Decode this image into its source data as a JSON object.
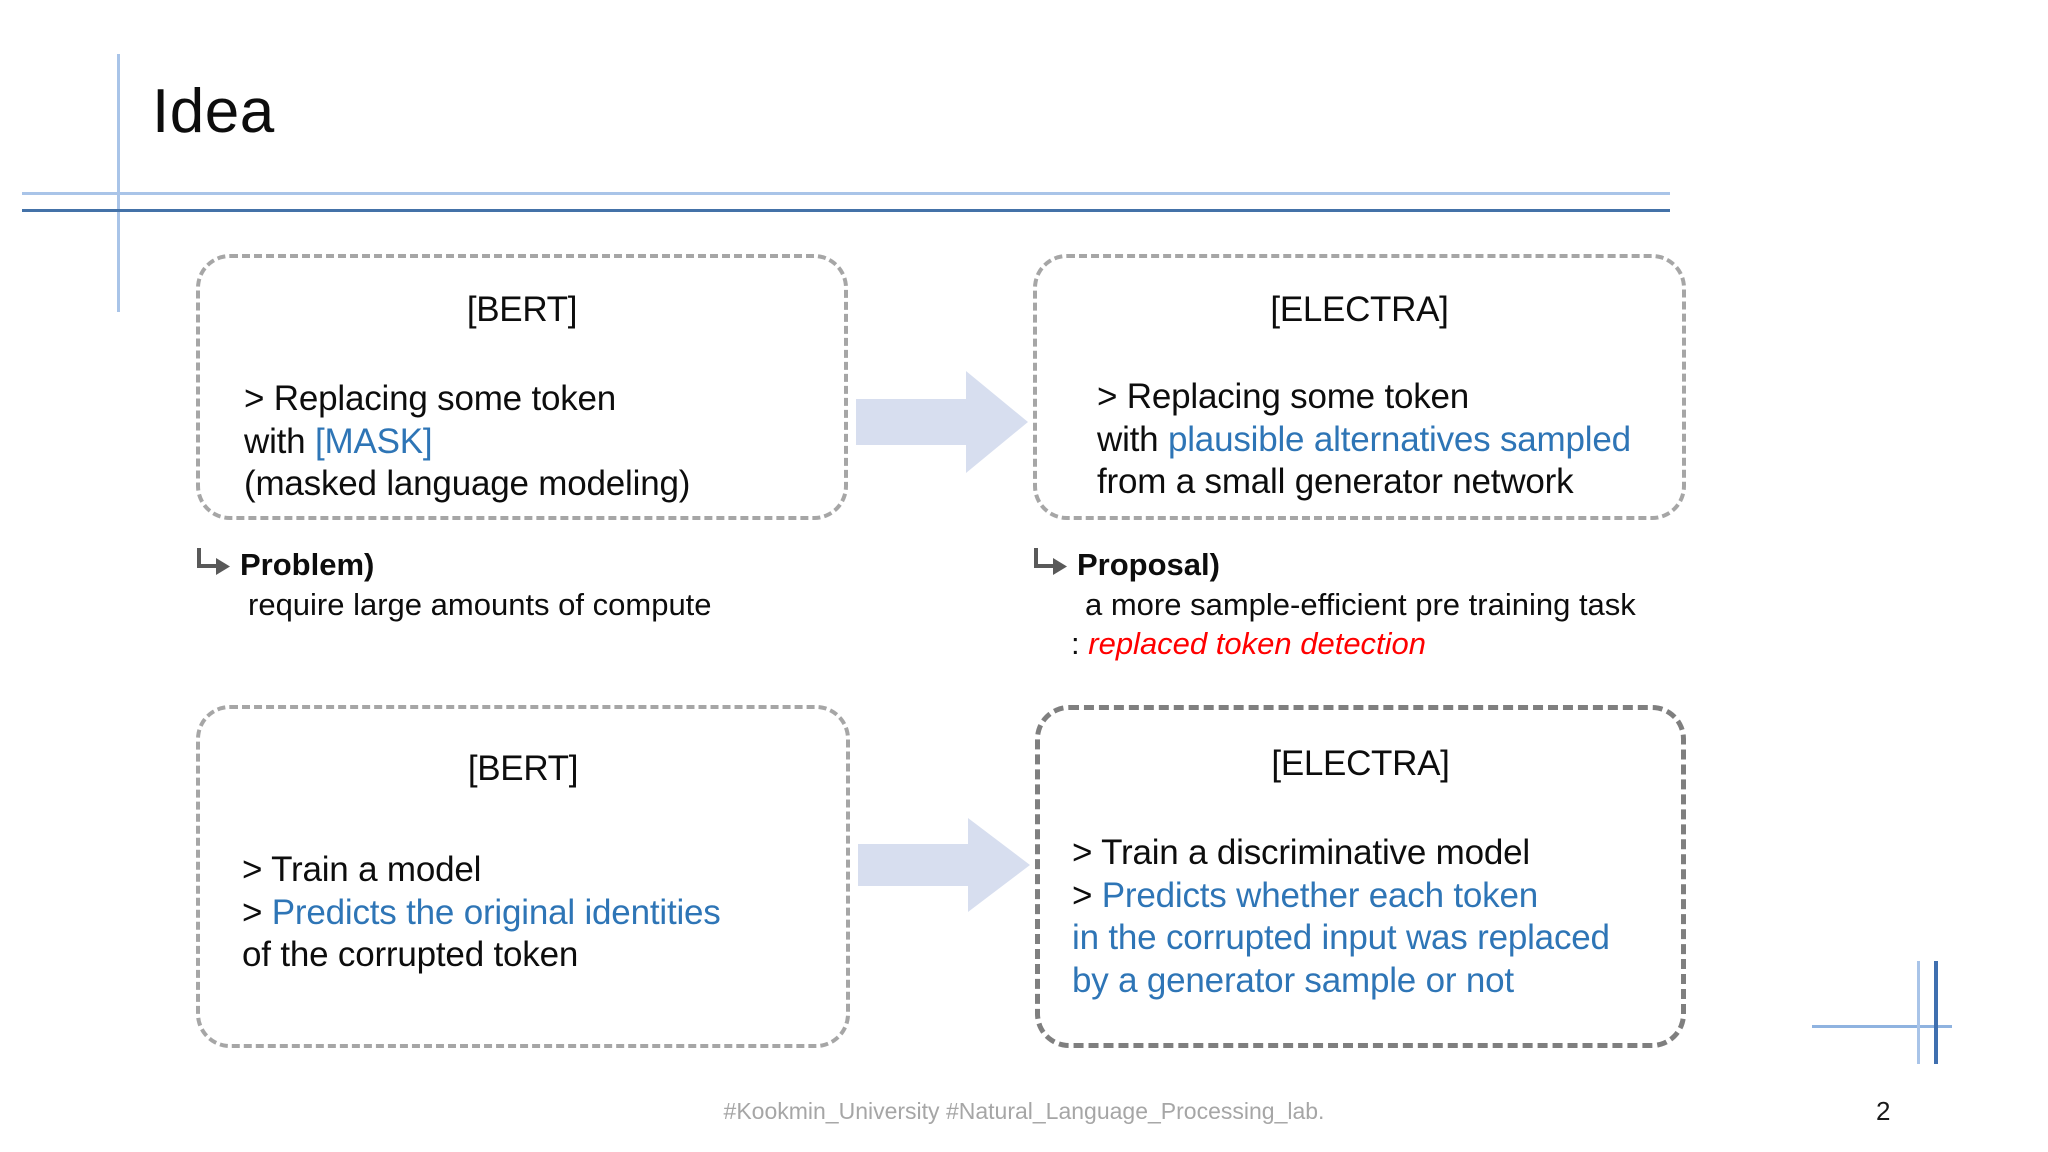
{
  "slide": {
    "title": "Idea",
    "page_number": "2",
    "footer": "#Kookmin_University #Natural_Language_Processing_lab."
  },
  "colors": {
    "accent_blue": "#2E75B6",
    "rule_light": "#A9C4E8",
    "rule_dark": "#4472A8",
    "box_border": "#A6A6A6",
    "box_border_strong": "#7F7F7F",
    "arrow_fill": "#D7DEEF",
    "highlight_red": "#FF0000",
    "footer_gray": "#A6A6A6"
  },
  "row1": {
    "left_box": {
      "title": "[BERT]",
      "lines": [
        {
          "prefix": "> Replacing some token",
          "highlight": ""
        },
        {
          "prefix": "with ",
          "highlight": "[MASK]"
        },
        {
          "prefix": "(masked language modeling)",
          "highlight": ""
        }
      ]
    },
    "arrow": "block-arrow-right-icon",
    "right_box": {
      "title": "[ELECTRA]",
      "lines": [
        {
          "prefix": "> Replacing some token",
          "highlight": ""
        },
        {
          "prefix": "with ",
          "highlight": "plausible alternatives sampled"
        },
        {
          "prefix": "from a small generator network",
          "highlight": ""
        }
      ]
    }
  },
  "annotations": {
    "left": {
      "arrow_glyph": "↳",
      "heading": "Problem)",
      "body": "require large amounts of compute"
    },
    "right": {
      "arrow_glyph": "↳",
      "heading": "Proposal)",
      "body": "a more sample-efficient pre training task",
      "colon": ":",
      "emphasis": "replaced token detection"
    }
  },
  "row2": {
    "left_box": {
      "title": "[BERT]",
      "lines": [
        {
          "prefix": "> Train a model",
          "highlight": ""
        },
        {
          "prefix": "> ",
          "highlight": "Predicts the original identities"
        },
        {
          "prefix": "of the corrupted token",
          "highlight": ""
        }
      ]
    },
    "arrow": "block-arrow-right-icon",
    "right_box": {
      "title": "[ELECTRA]",
      "lines": [
        {
          "prefix": "> Train a discriminative model",
          "highlight": ""
        },
        {
          "prefix": "> ",
          "highlight": "Predicts whether each token"
        },
        {
          "prefix": "",
          "highlight": "in the corrupted input was replaced"
        },
        {
          "prefix": "",
          "highlight": "by a generator sample or not"
        }
      ]
    }
  }
}
